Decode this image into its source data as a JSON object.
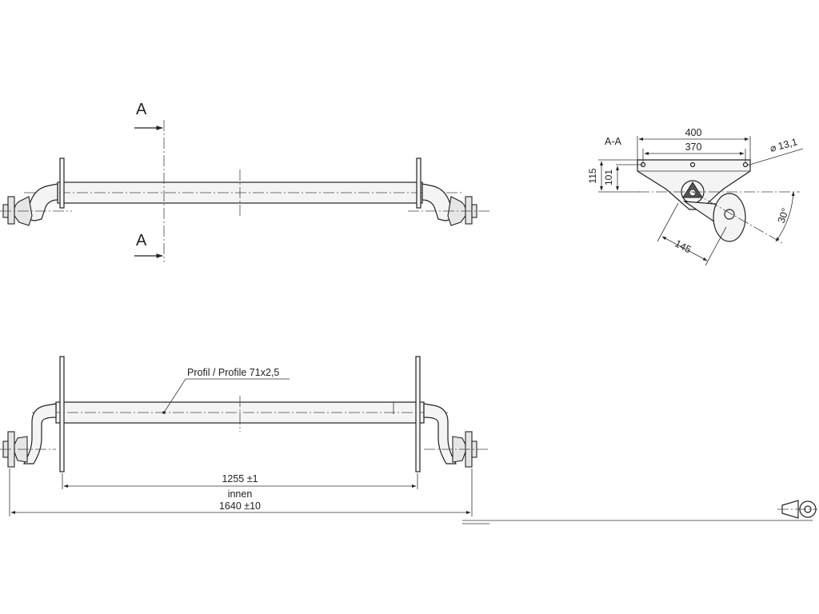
{
  "section": {
    "marker_letter": "A",
    "view_label": "A-A"
  },
  "dimensions": {
    "width_400": "400",
    "width_370": "370",
    "height_115": "115",
    "height_101": "101",
    "hole_dia": "13,1",
    "hole_dia_symbol": "⌀",
    "angle": "30°",
    "arm_length": "145",
    "inner_width": "1255 ±1",
    "inner_label": "innen",
    "total_width": "1640 ±10"
  },
  "callouts": {
    "profile": "Profil / Profile 71x2,5"
  }
}
